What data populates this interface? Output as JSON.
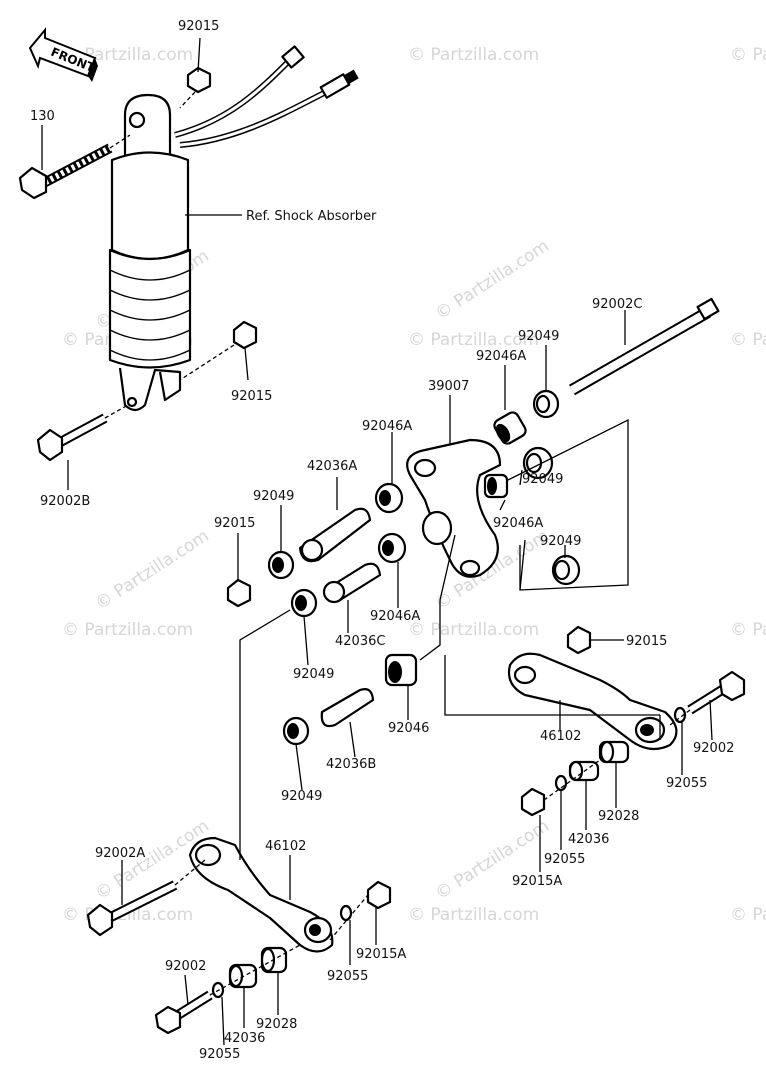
{
  "watermark": "© Partzilla.com",
  "front_label": "FRONT",
  "reference_note": "Ref. Shock Absorber",
  "labels": {
    "l_92015_top": "92015",
    "l_130": "130",
    "l_ref": "Ref. Shock Absorber",
    "l_92015_mid": "92015",
    "l_92002B": "92002B",
    "l_92002C": "92002C",
    "l_92049_a": "92049",
    "l_92046A_a": "92046A",
    "l_39007": "39007",
    "l_92046A_b": "92046A",
    "l_42036A": "42036A",
    "l_92049_b": "92049",
    "l_92015_left": "92015",
    "l_92049_c": "92049",
    "l_92046A_c": "92046A",
    "l_92049_d": "92049",
    "l_92046A_d": "92046A",
    "l_42036C": "42036C",
    "l_92049_e": "92049",
    "l_92015_right": "92015",
    "l_46102_right": "46102",
    "l_92046": "92046",
    "l_42036B": "42036B",
    "l_92049_f": "92049",
    "l_92002_right": "92002",
    "l_92055_right": "92055",
    "l_92028_right": "92028",
    "l_42036_right": "42036",
    "l_92055_right2": "92055",
    "l_92015A_right": "92015A",
    "l_92002A": "92002A",
    "l_46102_left": "46102",
    "l_92015A_left": "92015A",
    "l_92055_left": "92055",
    "l_92002_left": "92002",
    "l_92028_left": "92028",
    "l_42036_left": "42036",
    "l_92055_left2": "92055"
  }
}
